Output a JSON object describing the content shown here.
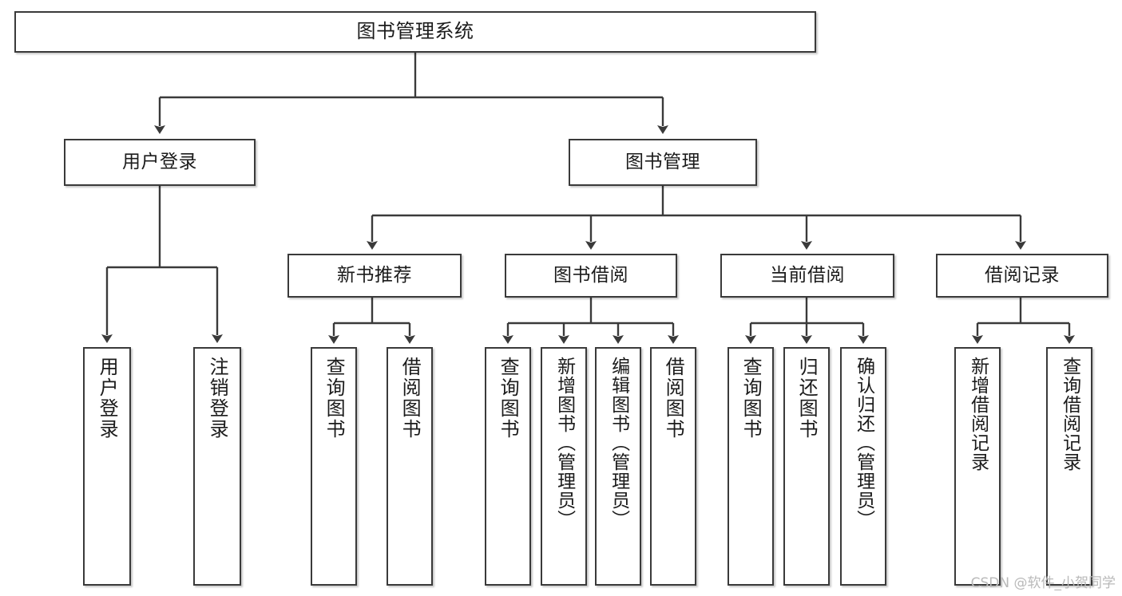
{
  "diagram": {
    "title": "图书管理系统",
    "type": "tree-hierarchy-chart",
    "watermark": "CSDN @软件_小贺同学",
    "colors": {
      "box_border": "#3a3a3a",
      "box_fill": "#ffffff",
      "edge": "#3a3a3a",
      "text": "#1b1b1b",
      "watermark": "#b9b9b9",
      "background": "#ffffff"
    }
  },
  "nodes": {
    "root": {
      "label": "图书管理系统"
    },
    "level2": [
      {
        "id": "user-login",
        "label": "用户登录"
      },
      {
        "id": "book-management",
        "label": "图书管理"
      }
    ],
    "level3": [
      {
        "id": "new-book-recommend",
        "label": "新书推荐"
      },
      {
        "id": "book-borrow",
        "label": "图书借阅"
      },
      {
        "id": "current-borrow",
        "label": "当前借阅"
      },
      {
        "id": "borrow-record",
        "label": "借阅记录"
      }
    ],
    "leaves": {
      "user_login": [
        {
          "id": "leaf-user-login",
          "label": "用户登录"
        },
        {
          "id": "leaf-logout-login",
          "label": "注销登录"
        }
      ],
      "new_book_recommend": [
        {
          "id": "leaf-query-book-1",
          "label": "查询图书"
        },
        {
          "id": "leaf-borrow-book-1",
          "label": "借阅图书"
        }
      ],
      "book_borrow": [
        {
          "id": "leaf-query-book-2",
          "label": "查询图书"
        },
        {
          "id": "leaf-add-book-admin",
          "label": "新增图书（管理员）"
        },
        {
          "id": "leaf-edit-book-admin",
          "label": "编辑图书（管理员）"
        },
        {
          "id": "leaf-borrow-book-2",
          "label": "借阅图书"
        }
      ],
      "current_borrow": [
        {
          "id": "leaf-query-book-3",
          "label": "查询图书"
        },
        {
          "id": "leaf-return-book",
          "label": "归还图书"
        },
        {
          "id": "leaf-confirm-return-admin",
          "label": "确认归还（管理员）"
        }
      ],
      "borrow_record": [
        {
          "id": "leaf-add-borrow-record",
          "label": "新增借阅记录"
        },
        {
          "id": "leaf-query-borrow-record",
          "label": "查询借阅记录"
        }
      ]
    }
  }
}
